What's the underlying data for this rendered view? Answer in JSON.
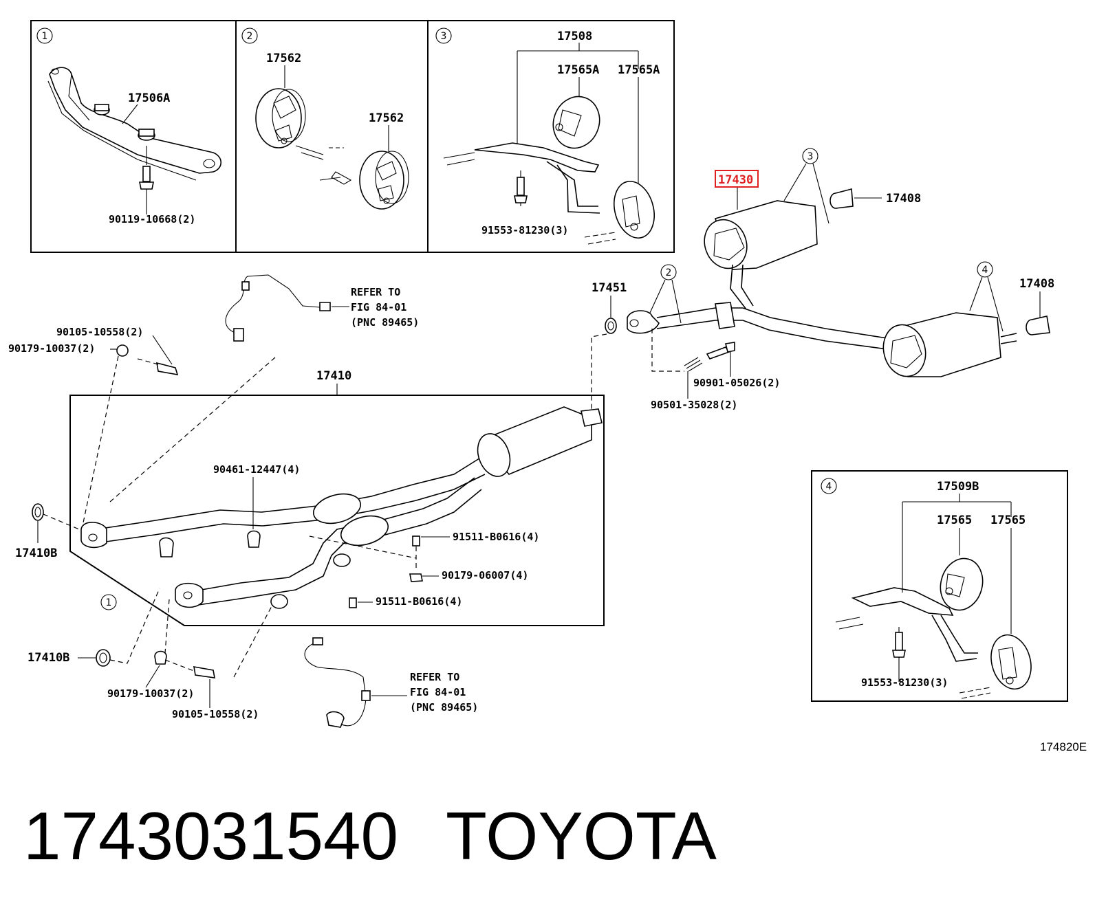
{
  "insets": {
    "i1": {
      "num": "1",
      "part": "17506A",
      "bolt": "90119-10668(2)"
    },
    "i2": {
      "num": "2",
      "part_a": "17562",
      "part_b": "17562"
    },
    "i3": {
      "num": "3",
      "part_top": "17508",
      "part_l": "17565A",
      "part_r": "17565A",
      "bolt": "91553-81230(3)"
    },
    "i4": {
      "num": "4",
      "part_top": "17509B",
      "part_l": "17565",
      "part_r": "17565",
      "bolt": "91553-81230(3)"
    }
  },
  "rear": {
    "muffler": "17430",
    "tip_a": "17408",
    "tip_b": "17408",
    "gasket": "17451",
    "bolt": "90901-05026(2)",
    "spring": "90501-35028(2)",
    "callout_3": "3",
    "callout_2": "2",
    "callout_4": "4"
  },
  "front": {
    "assembly": "17410",
    "gasket_a": "17410B",
    "gasket_b": "17410B",
    "clamp": "90461-12447(4)",
    "bolt_a": "91511-B0616(4)",
    "nut": "90179-06007(4)",
    "bolt_b": "91511-B0616(4)",
    "nut_top": "90179-10037(2)",
    "bolt_top": "90105-10558(2)",
    "nut_bot": "90179-10037(2)",
    "bolt_bot": "90105-10558(2)",
    "callout_1": "1"
  },
  "refs": {
    "top": {
      "l1": "REFER TO",
      "l2": "FIG 84-01",
      "l3": "(PNC 89465)"
    },
    "bottom": {
      "l1": "REFER TO",
      "l2": "FIG 84-01",
      "l3": "(PNC 89465)"
    }
  },
  "figure_code": "174820E",
  "footer": {
    "part_number": "1743031540",
    "brand": "TOYOTA"
  },
  "highlight_color": "#e02020"
}
